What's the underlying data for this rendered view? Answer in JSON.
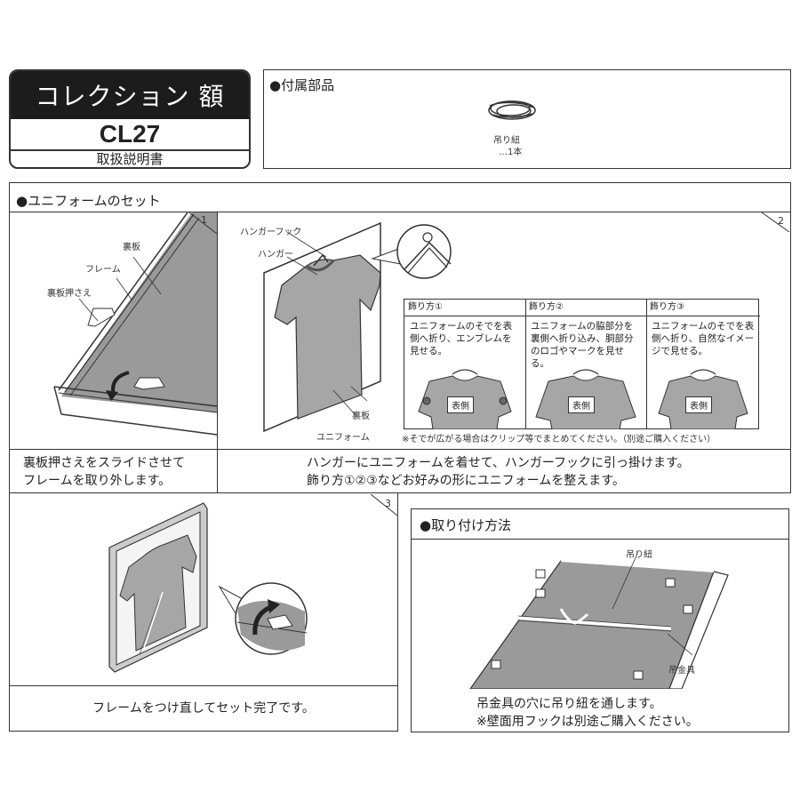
{
  "header": {
    "product_line": "コレクション 額",
    "model": "CL27",
    "doc_type": "取扱説明書"
  },
  "accessories": {
    "heading": "付属部品",
    "item_icon": "coiled-string-icon",
    "item_name": "吊り紐",
    "item_qty": "…1本"
  },
  "uniform_set": {
    "heading": "ユニフォームのセット",
    "step1": {
      "number": "1",
      "labels": {
        "back_board": "裏板",
        "frame": "フレーム",
        "back_clip": "裏板押さえ"
      },
      "caption_line1": "裏板押さえをスライドさせて",
      "caption_line2": "フレームを取り外します。"
    },
    "step2": {
      "number": "2",
      "labels": {
        "hanger_hook": "ハンガーフック",
        "hanger": "ハンガー",
        "back_board": "裏板",
        "uniform": "ユニフォーム"
      },
      "styles": [
        {
          "title": "飾り方①",
          "text": "ユニフォームのそでを表側へ折り、エンブレムを見せる。",
          "badge": "表側"
        },
        {
          "title": "飾り方②",
          "text": "ユニフォームの脇部分を裏側へ折り込み、胴部分のロゴやマークを見せる。",
          "badge": "表側"
        },
        {
          "title": "飾り方③",
          "text": "ユニフォームのそでを表側へ折り、自然なイメージで見せる。",
          "badge": "表側"
        }
      ],
      "note": "※そでが広がる場合はクリップ等でまとめてください。（別途ご購入ください）",
      "caption_line1": "ハンガーにユニフォームを着せて、ハンガーフックに引っ掛けます。",
      "caption_line2": "飾り方①②③などお好みの形にユニフォームを整えます。"
    },
    "step3": {
      "number": "3",
      "caption": "フレームをつけ直してセット完了です。"
    }
  },
  "mounting": {
    "heading": "取り付け方法",
    "labels": {
      "string": "吊り紐",
      "hanging_bracket": "吊金具"
    },
    "caption_line1": "吊金具の穴に吊り紐を通します。",
    "caption_line2": "※壁面用フックは別途ご購入ください。"
  },
  "colors": {
    "dark_header": "#1c1c1c",
    "board_gray": "#9a9a9a",
    "shirt_gray": "#a6a6a6",
    "line": "#333333"
  }
}
